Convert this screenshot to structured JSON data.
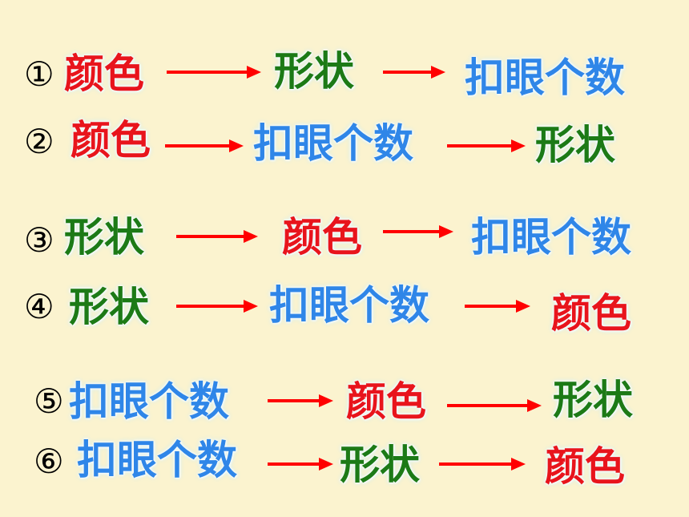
{
  "rows": [
    {
      "num": "①",
      "w1": "颜色",
      "w2": "形状",
      "w3": "扣眼个数"
    },
    {
      "num": "②",
      "w1": "颜色",
      "w2": "扣眼个数",
      "w3": "形状"
    },
    {
      "num": "③",
      "w1": "形状",
      "w2": "颜色",
      "w3": "扣眼个数"
    },
    {
      "num": "④",
      "w1": "形状",
      "w2": "扣眼个数",
      "w3": "颜色"
    },
    {
      "num": "⑤",
      "w1": "扣眼个数",
      "w2": "颜色",
      "w3": "形状"
    },
    {
      "num": "⑥",
      "w1": "扣眼个数",
      "w2": "形状",
      "w3": "颜色"
    }
  ],
  "colors": {
    "background": "#fbf3cf",
    "color_word": "#e8141c",
    "shape_word": "#1c7a16",
    "holes_word": "#2f86e8",
    "arrow": "#ff0000"
  }
}
